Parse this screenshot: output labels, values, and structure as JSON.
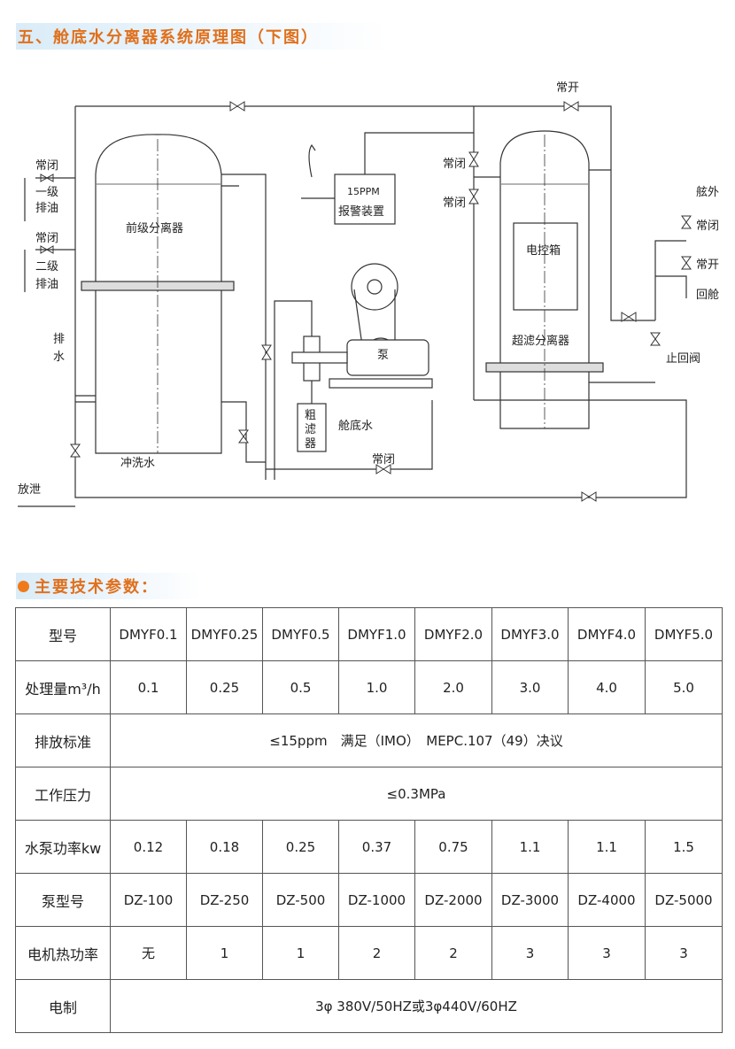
{
  "section1_title": "五、舱底水分离器系统原理图（下图）",
  "section2_title": "主要技术参数：",
  "diagram": {
    "left_tank": "前级分离器",
    "right_tank": "超滤分离器",
    "control_box": "电控箱",
    "alarm_line1": "15PPM",
    "alarm_line2": "报警装置",
    "pump": "泵",
    "coarse_filter": [
      "粗",
      "滤",
      "器"
    ],
    "bilge_water": "舱底水",
    "flush_water": "冲洗水",
    "drain_out": "放泄",
    "normally_closed": "常闭",
    "normally_open": "常开",
    "first_stage_drain": [
      "一级",
      "排油"
    ],
    "second_stage_drain": [
      "二级",
      "排油"
    ],
    "drain_water": [
      "排",
      "水"
    ],
    "overboard": "舷外",
    "return_to_tank": "回舱",
    "check_valve": "止回阀"
  },
  "table": {
    "rows": [
      {
        "header": "型号",
        "cells": [
          "DMYF0.1",
          "DMYF0.25",
          "DMYF0.5",
          "DMYF1.0",
          "DMYF2.0",
          "DMYF3.0",
          "DMYF4.0",
          "DMYF5.0"
        ]
      },
      {
        "header": "处理量m³/h",
        "cells": [
          "0.1",
          "0.25",
          "0.5",
          "1.0",
          "2.0",
          "3.0",
          "4.0",
          "5.0"
        ]
      },
      {
        "header": "排放标准",
        "merged": "≤15ppm　满足（IMO）　MEPC.107（49）决议"
      },
      {
        "header": "工作压力",
        "merged": "≤0.3MPa"
      },
      {
        "header": "水泵功率kw",
        "cells": [
          "0.12",
          "0.18",
          "0.25",
          "0.37",
          "0.75",
          "1.1",
          "1.1",
          "1.5"
        ]
      },
      {
        "header": "泵型号",
        "cells": [
          "DZ-100",
          "DZ-250",
          "DZ-500",
          "DZ-1000",
          "DZ-2000",
          "DZ-3000",
          "DZ-4000",
          "DZ-5000"
        ]
      },
      {
        "header": "电机热功率",
        "cells": [
          "无",
          "1",
          "1",
          "2",
          "2",
          "3",
          "3",
          "3"
        ]
      },
      {
        "header": "电制",
        "merged": "3φ 380V/50HZ或3φ440V/60HZ"
      }
    ]
  },
  "colors": {
    "title": "#e0701c",
    "bullet": "#f07a1a",
    "header_band": "#d9ecf8"
  }
}
